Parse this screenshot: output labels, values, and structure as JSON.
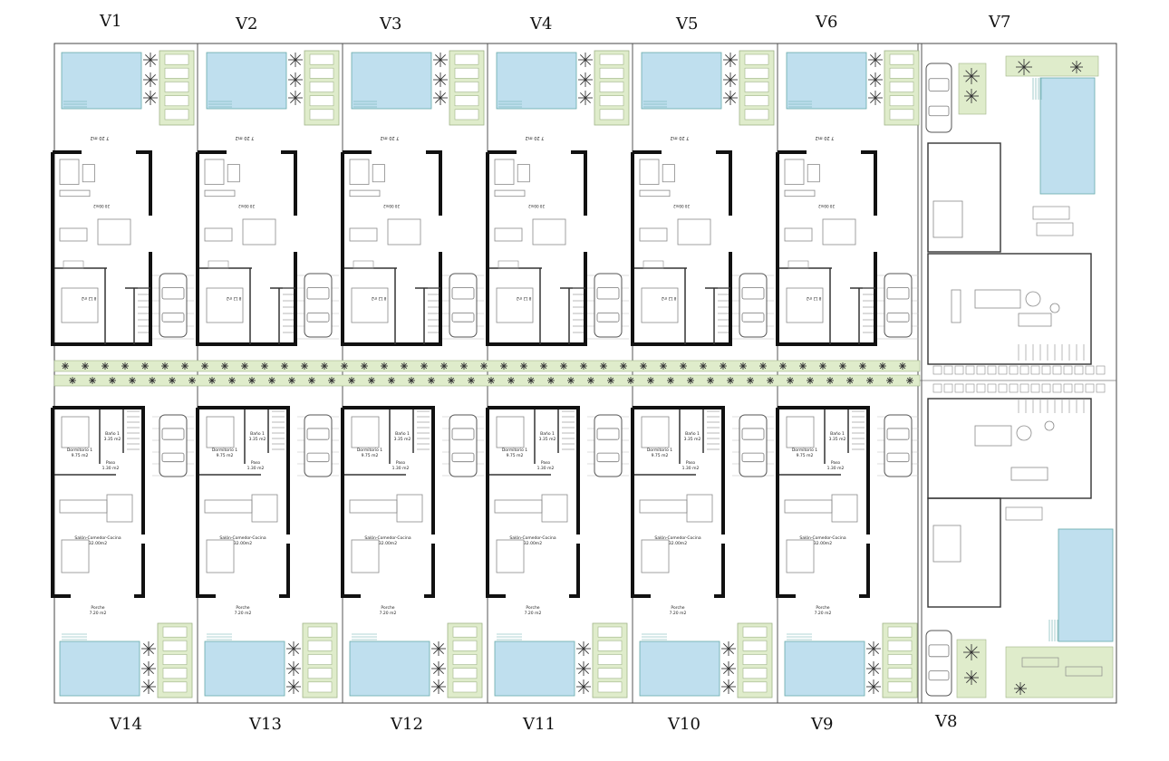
{
  "colors": {
    "pool": "#bfdfee",
    "garden": "#dfeccb",
    "wall": "#111111",
    "line": "#333333",
    "thin": "#8a8a8a"
  },
  "villas_top": [
    {
      "label": "V1",
      "room_top": "20 00m2",
      "room_mid": "8 12 m2",
      "porch": "7 20 m2"
    },
    {
      "label": "V2",
      "room_top": "20 00m2",
      "room_mid": "8 12 m2",
      "porch": "7 20 m2"
    },
    {
      "label": "V3",
      "room_top": "20 00m2",
      "room_mid": "8 12 m2",
      "porch": "7 20 m2"
    },
    {
      "label": "V4",
      "room_top": "20 00m2",
      "room_mid": "8 12 m2",
      "porch": "7 20 m2"
    },
    {
      "label": "V5",
      "room_top": "20 00m2",
      "room_mid": "8 12 m2",
      "porch": "7 20 m2"
    },
    {
      "label": "V6",
      "room_top": "20 00m2",
      "room_mid": "8 12 m2",
      "porch": "7 20 m2"
    }
  ],
  "villas_bottom": [
    {
      "label": "V14",
      "dorm": "Dormitorio 1",
      "dorm_area": "9.75 m2",
      "bath": "Baño 1",
      "bath_area": "3.35 m2",
      "paso": "Paso",
      "paso_area": "1.30 m2",
      "salon": "Salón-Comedor-Cocina",
      "salon_area": "32.00m2",
      "porche": "Porche",
      "porche_area": "7.20 m2"
    },
    {
      "label": "V13",
      "dorm": "Dormitorio 1",
      "dorm_area": "9.75 m2",
      "bath": "Baño 1",
      "bath_area": "3.35 m2",
      "paso": "Paso",
      "paso_area": "1.30 m2",
      "salon": "Salón-Comedor-Cocina",
      "salon_area": "32.00m2",
      "porche": "Porche",
      "porche_area": "7.20 m2"
    },
    {
      "label": "V12",
      "dorm": "Dormitorio 1",
      "dorm_area": "9.75 m2",
      "bath": "Baño 1",
      "bath_area": "3.35 m2",
      "paso": "Paso",
      "paso_area": "1.30 m2",
      "salon": "Salón-Comedor-Cocina",
      "salon_area": "32.00m2",
      "porche": "Porche",
      "porche_area": "7.20 m2"
    },
    {
      "label": "V11",
      "dorm": "Dormitorio 1",
      "dorm_area": "9.75 m2",
      "bath": "Baño 1",
      "bath_area": "3.35 m2",
      "paso": "Paso",
      "paso_area": "1.30 m2",
      "salon": "Salón-Comedor-Cocina",
      "salon_area": "32.00m2",
      "porche": "Porche",
      "porche_area": "7.20 m2"
    },
    {
      "label": "V10",
      "dorm": "Dormitorio 1",
      "dorm_area": "9.75 m2",
      "bath": "Baño 1",
      "bath_area": "3.35 m2",
      "paso": "Paso",
      "paso_area": "1.30 m2",
      "salon": "Salón-Comedor-Cocina",
      "salon_area": "32.00m2",
      "porche": "Porche",
      "porche_area": "7.20 m2"
    },
    {
      "label": "V9",
      "dorm": "Dormitorio 1",
      "dorm_area": "9.75 m2",
      "bath": "Baño 1",
      "bath_area": "3.35 m2",
      "paso": "Paso",
      "paso_area": "1.30 m2",
      "salon": "Salón-Comedor-Cocina",
      "salon_area": "32.00m2",
      "porche": "Porche",
      "porche_area": "7.20 m2"
    }
  ],
  "villa_right_top": {
    "label": "V7"
  },
  "villa_right_bottom": {
    "label": "V8"
  }
}
